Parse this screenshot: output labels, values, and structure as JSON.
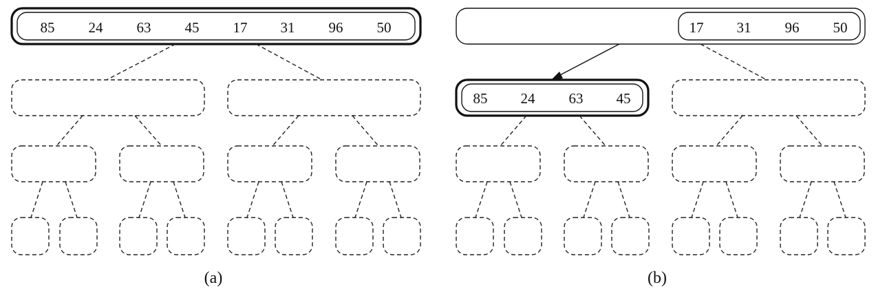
{
  "panels": [
    {
      "caption": "(a)",
      "root_values": [
        "85",
        "24",
        "63",
        "45",
        "17",
        "31",
        "96",
        "50"
      ]
    },
    {
      "caption": "(b)",
      "root_values": [
        "17",
        "31",
        "96",
        "50"
      ],
      "child_values": [
        "85",
        "24",
        "63",
        "45"
      ]
    }
  ]
}
